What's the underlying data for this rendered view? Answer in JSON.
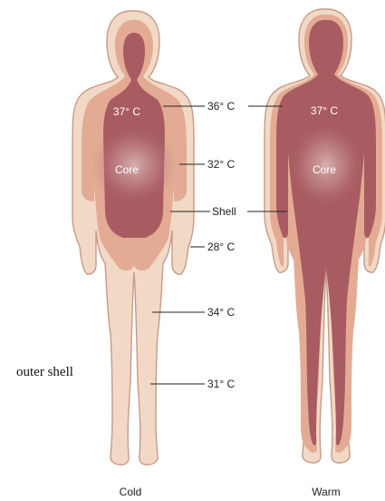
{
  "figures": [
    {
      "label": "Cold",
      "core_label": "Core",
      "core_temp": "37° C"
    },
    {
      "label": "Warm",
      "core_label": "Core",
      "core_temp": "37° C"
    }
  ],
  "callouts": {
    "t36": "36° C",
    "t32": "32° C",
    "shell": "Shell",
    "t28": "28° C",
    "t34": "34° C",
    "t31": "31° C"
  },
  "annotation": "outer shell",
  "colors": {
    "outer_shell": "#f1d9c6",
    "outline": "#c79a88",
    "mid_shell": "#e3ab94",
    "core": "#a85c62",
    "core_glow": "#d8b4b4"
  }
}
